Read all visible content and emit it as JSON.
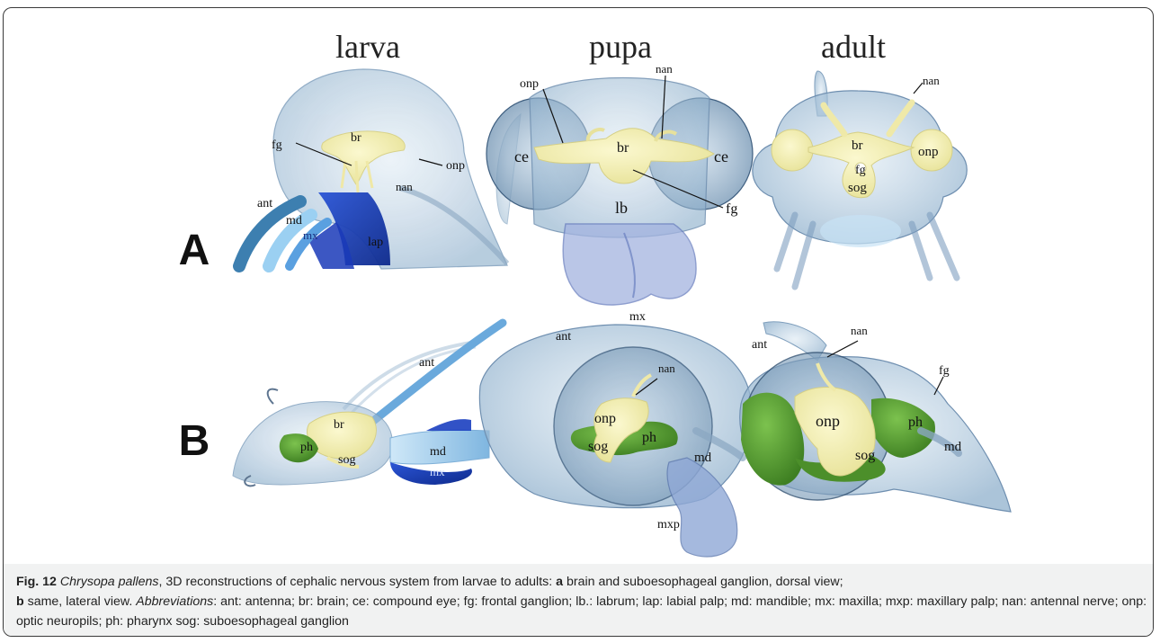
{
  "figure": {
    "stages": {
      "larva": "larva",
      "pupa": "pupa",
      "adult": "adult"
    },
    "row_labels": {
      "a": "A",
      "b": "B"
    },
    "labels": {
      "larva_a": {
        "fg": "fg",
        "br": "br",
        "onp": "onp",
        "nan": "nan",
        "ant": "ant",
        "md": "md",
        "mx": "mx",
        "lap": "lap"
      },
      "pupa_a": {
        "onp": "onp",
        "nan": "nan",
        "ce_left": "ce",
        "br": "br",
        "ce_right": "ce",
        "lb": "lb",
        "fg": "fg",
        "mx": "mx"
      },
      "adult_a": {
        "nan": "nan",
        "br": "br",
        "onp": "onp",
        "fg": "fg",
        "sog": "sog"
      },
      "larva_b": {
        "ant": "ant",
        "br": "br",
        "ph": "ph",
        "sog": "sog",
        "md": "md",
        "mx": "mx"
      },
      "pupa_b": {
        "ant": "ant",
        "nan": "nan",
        "onp": "onp",
        "ph": "ph",
        "sog": "sog",
        "md": "md",
        "mxp": "mxp"
      },
      "adult_b": {
        "ant": "ant",
        "nan": "nan",
        "fg": "fg",
        "onp": "onp",
        "ph": "ph",
        "sog": "sog",
        "md": "md"
      }
    }
  },
  "caption": {
    "fig_label": "Fig. 12",
    "species": "Chrysopa pallens",
    "text1": ", 3D reconstructions of cephalic nervous system from larvae to adults: ",
    "a": "a",
    "text2": " brain and suboesophageal ganglion, dorsal view;",
    "b": "b",
    "text3": " same, lateral view. ",
    "abbr_label": "Abbreviations",
    "abbr_text": ": ant: antenna; br: brain; ce: compound eye; fg: frontal ganglion; lb.: labrum; lap: labial palp; md: mandible; mx: maxilla; mxp: maxillary palp; nan: antennal nerve; onp: optic neuropils; ph: pharynx sog: suboesophageal ganglion"
  },
  "colors": {
    "border": "#3a3a3a",
    "caption_band": "#f1f2f2",
    "cuticle": "#a9c4dc",
    "nerve": "#f2efad",
    "pharynx": "#4f9b2f",
    "mouthpart_dark": "#1f3fa8",
    "mouthpart_light": "#9fcfee"
  }
}
